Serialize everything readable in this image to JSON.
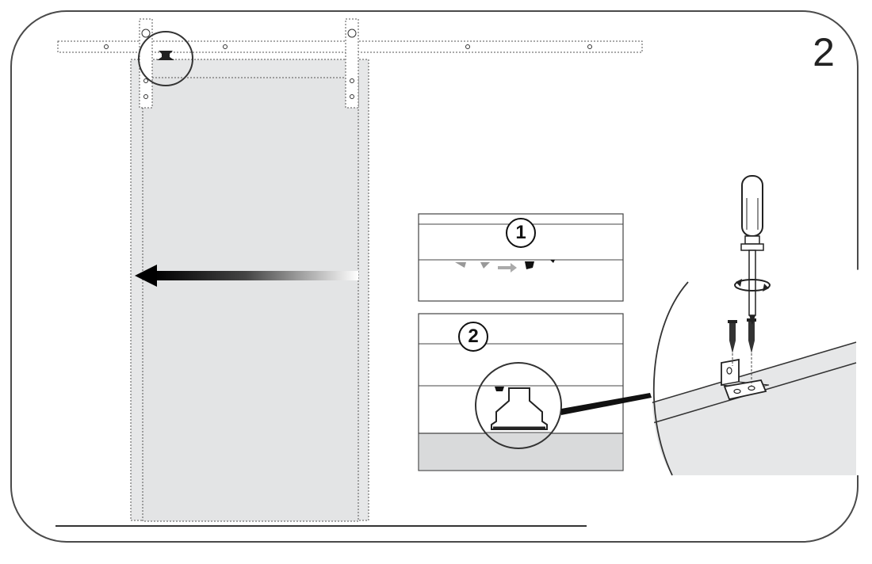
{
  "figure": {
    "step_number": "2",
    "substeps": [
      {
        "label": "1"
      },
      {
        "label": "2"
      }
    ]
  },
  "colors": {
    "door": "#e6e7e8",
    "floor": "#d9dadb",
    "outline": "#3a3a3a",
    "frame": "#4a4a4a"
  },
  "icons": [
    "screwdriver-icon",
    "screw-icon",
    "floor-guide-icon",
    "rotation-arrow-icon",
    "slide-direction-arrow-icon"
  ]
}
